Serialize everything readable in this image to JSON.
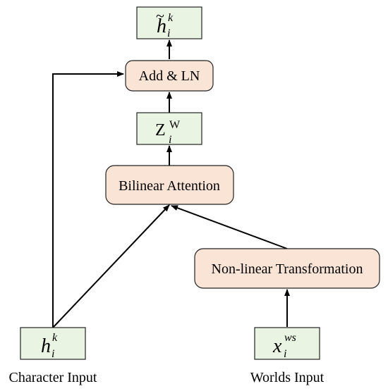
{
  "nodes": {
    "output": {
      "symbol": "h",
      "accent": "~",
      "subscript": "i",
      "superscript": "k"
    },
    "add_ln": {
      "label": "Add & LN"
    },
    "z": {
      "symbol": "Z",
      "subscript": "i",
      "superscript": "W"
    },
    "bilinear": {
      "label": "Bilinear Attention"
    },
    "nonlinear": {
      "label": "Non-linear Transformation"
    },
    "char_in": {
      "symbol": "h",
      "subscript": "i",
      "superscript": "k"
    },
    "word_in": {
      "symbol": "x",
      "subscript": "i",
      "superscript": "ws"
    }
  },
  "captions": {
    "character": "Character Input",
    "worlds": "Worlds Input"
  },
  "colors": {
    "box_green": "#e9f4e2",
    "box_peach": "#fae4d6",
    "stroke": "#000000"
  }
}
